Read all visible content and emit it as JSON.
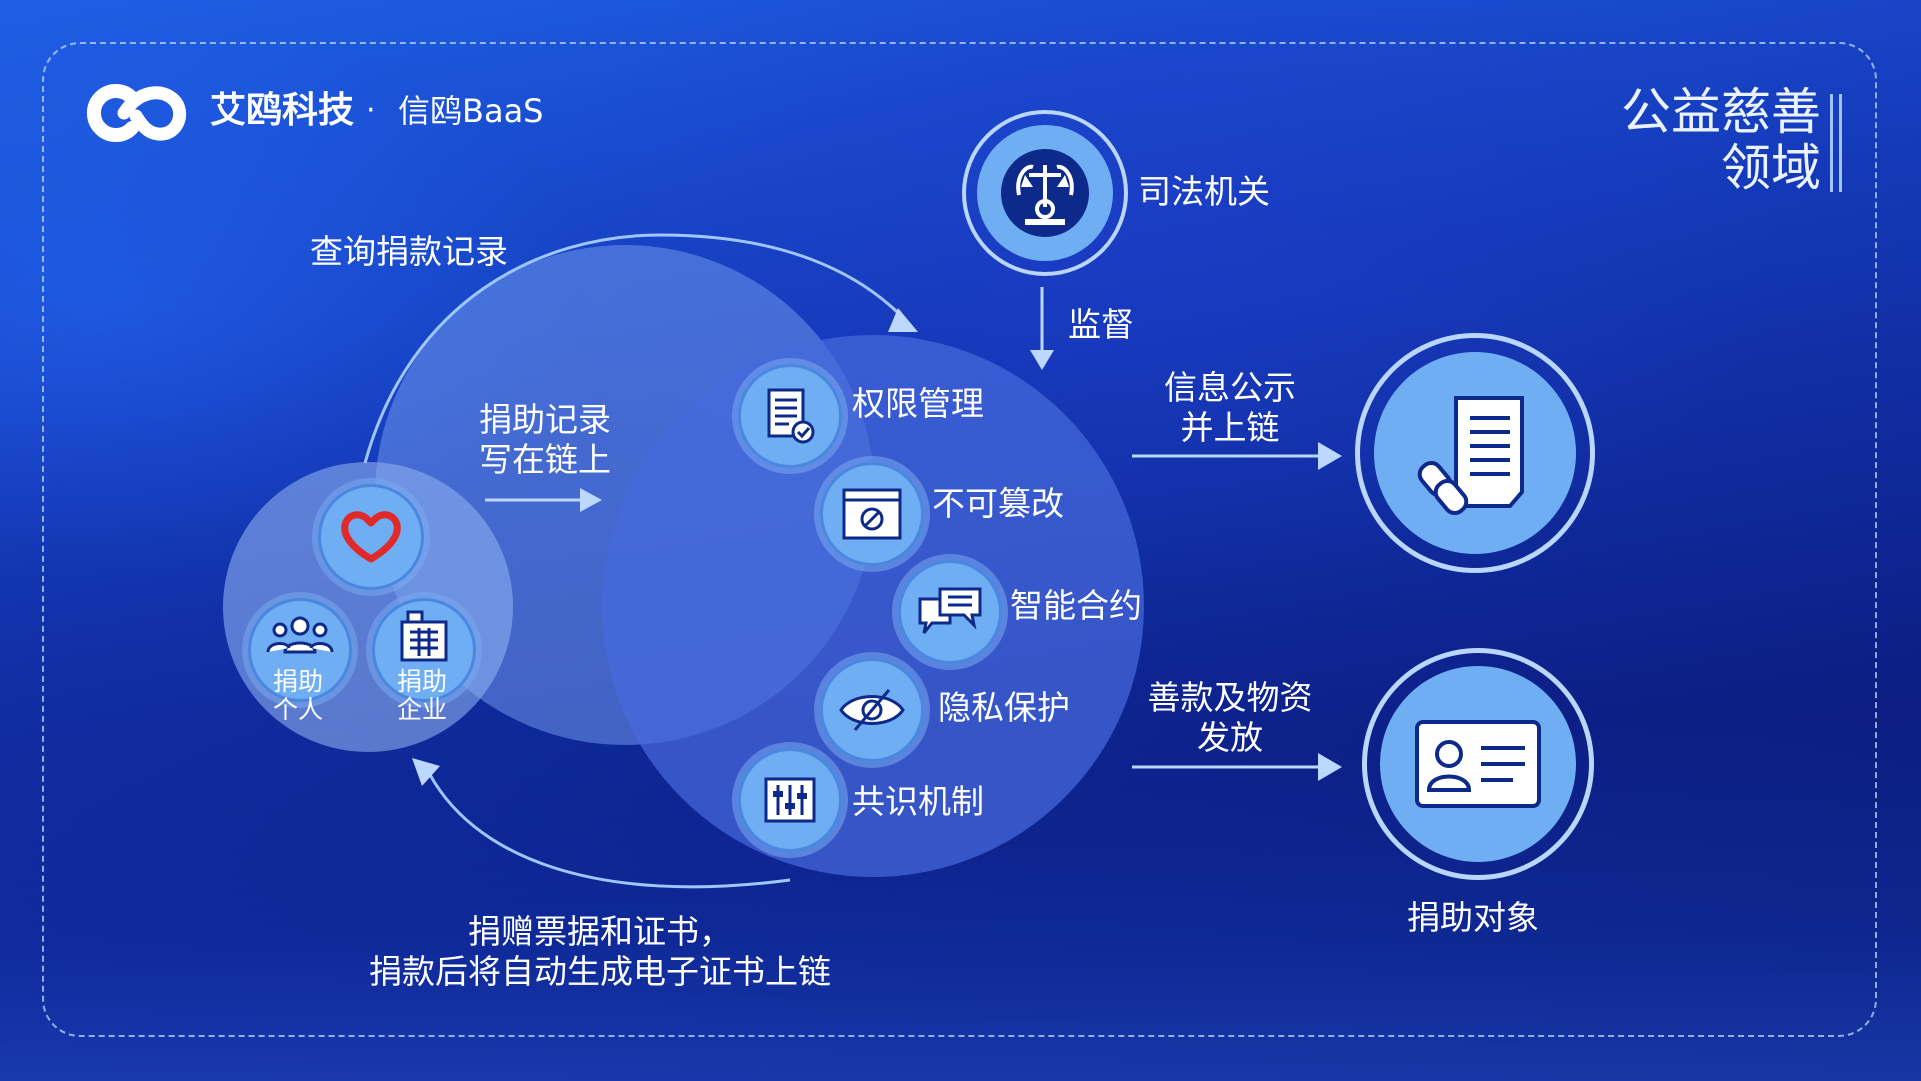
{
  "brand": {
    "company": "艾鸥科技",
    "separator": "·",
    "product": "信鸥BaaS"
  },
  "heading": {
    "line1": "公益慈善",
    "line2": "领域"
  },
  "donor_group": {
    "personal_label": [
      "捐助",
      "个人"
    ],
    "enterprise_label": [
      "捐助",
      "企业"
    ]
  },
  "flows": {
    "query": "查询捐款记录",
    "write": [
      "捐助记录",
      "写在链上"
    ],
    "certificate": [
      "捐赠票据和证书，",
      "捐款后将自动生成电子证书上链"
    ],
    "supervise": "监督",
    "publish": [
      "信息公示",
      "并上链"
    ],
    "distribute": [
      "善款及物资",
      "发放"
    ]
  },
  "features": [
    "权限管理",
    "不可篡改",
    "智能合约",
    "隐私保护",
    "共识机制"
  ],
  "nodes": {
    "judicial": "司法机关",
    "recipient": "捐助对象"
  },
  "colors": {
    "bg_top": "#1f5fe6",
    "bg_bottom": "#0a1a6e",
    "icon_fill": "#6faef2",
    "icon_stroke": "#0d2a8a",
    "heart": "#e02a2a"
  }
}
